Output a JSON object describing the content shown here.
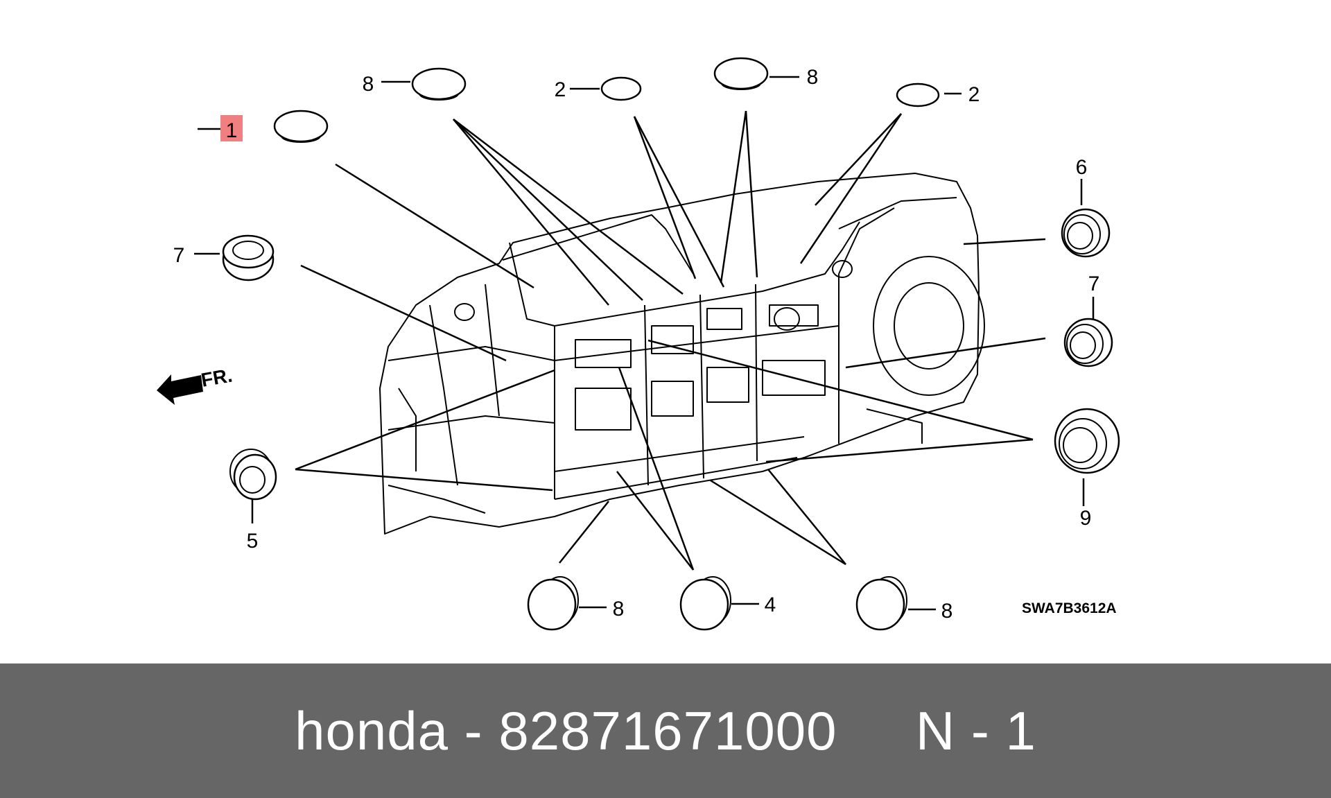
{
  "diagram": {
    "part_code": "SWA7B3612A",
    "direction_label": "FR.",
    "callouts": {
      "c1": "1",
      "c2a": "2",
      "c2b": "2",
      "c4": "4",
      "c5": "5",
      "c6": "6",
      "c7a": "7",
      "c7b": "7",
      "c8a": "8",
      "c8b": "8",
      "c8c": "8",
      "c8d": "8",
      "c9": "9"
    },
    "highlight_color": "#f08080"
  },
  "footer": {
    "brand": "honda",
    "separator": "-",
    "part_number": "82871671000",
    "position": "N - 1",
    "background": "#666666"
  }
}
